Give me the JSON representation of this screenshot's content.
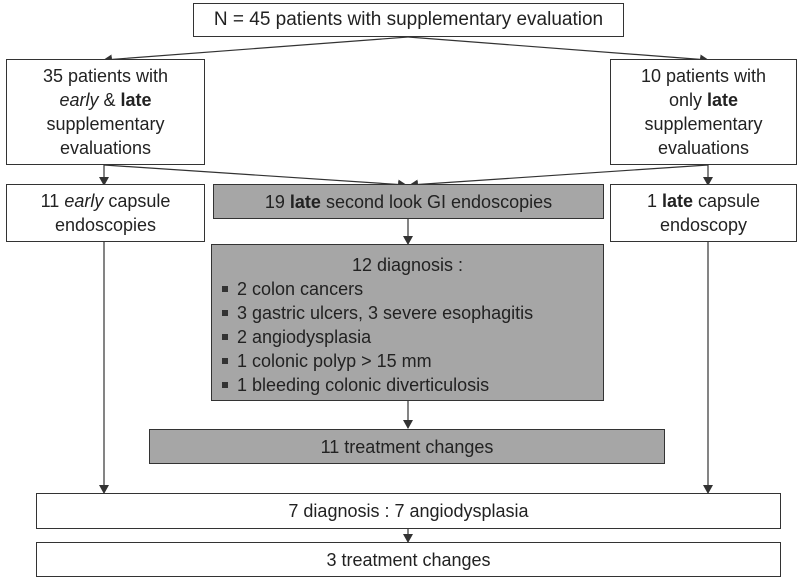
{
  "top": {
    "text": "N = 45 patients with supplementary evaluation"
  },
  "left_group": {
    "line1": "35 patients with",
    "early": "early",
    "amp": " & ",
    "late": "late",
    "line3": "supplementary",
    "line4": "evaluations"
  },
  "right_group": {
    "line1": "10 patients with",
    "only": "only ",
    "late": "late",
    "line3": "supplementary",
    "line4": "evaluations"
  },
  "left_capsule": {
    "prefix": "11 ",
    "early": "early",
    "suffix": " capsule",
    "line2": "endoscopies"
  },
  "center_endoscopies": {
    "prefix": "19 ",
    "late": "late",
    "suffix": " second look GI endoscopies"
  },
  "right_capsule": {
    "prefix": "1 ",
    "late": "late",
    "suffix": " capsule",
    "line2": "endoscopy"
  },
  "diagnosis": {
    "title": "12 diagnosis :",
    "items": [
      "2 colon cancers",
      "3 gastric ulcers, 3 severe esophagitis",
      "2 angiodysplasia",
      "1 colonic polyp > 15 mm",
      "1 bleeding colonic diverticulosis"
    ]
  },
  "treatment_center": {
    "text": "11 treatment changes"
  },
  "bottom_diagnosis": {
    "text": "7 diagnosis : 7 angiodysplasia"
  },
  "bottom_treatment": {
    "text": "3 treatment changes"
  }
}
